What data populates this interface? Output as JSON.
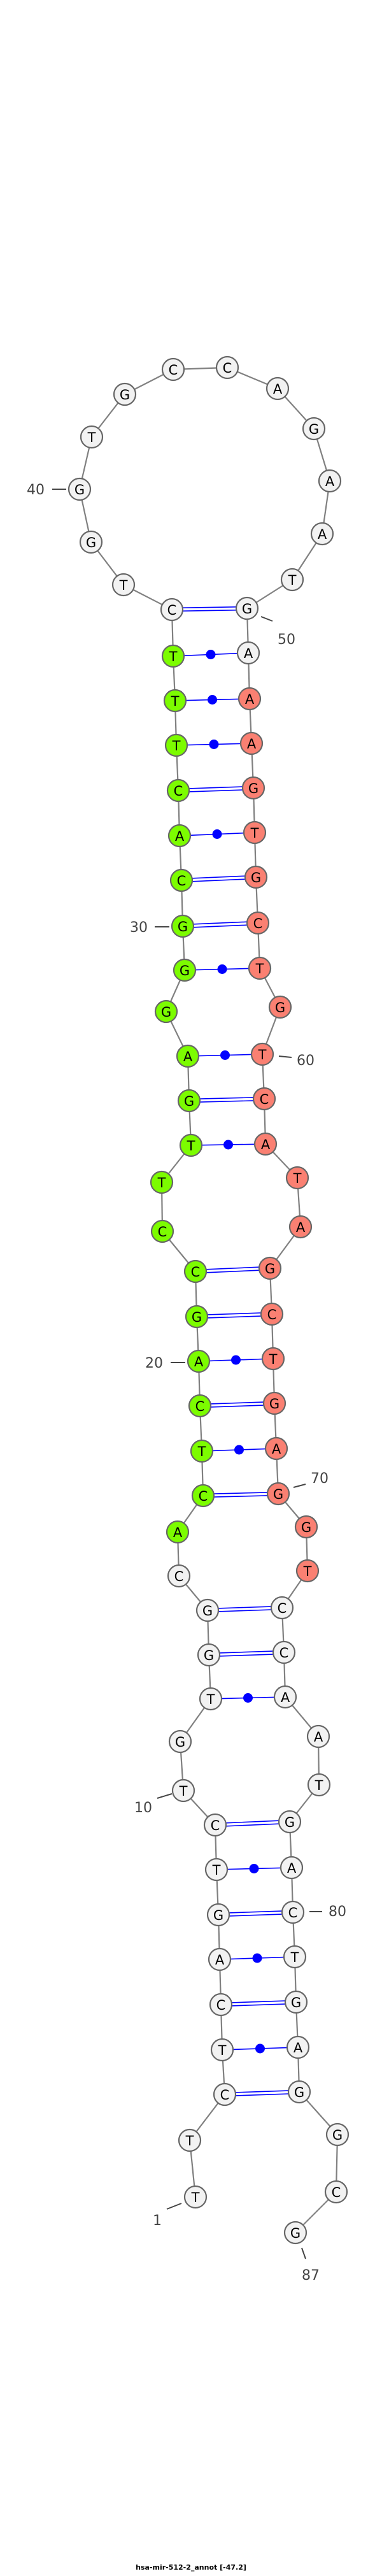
{
  "title": "hsa-mir-512-2_annot [-47.2]",
  "sequence": [
    "T",
    "T",
    "C",
    "T",
    "C",
    "A",
    "G",
    "T",
    "C",
    "T",
    "G",
    "T",
    "G",
    "G",
    "C",
    "A",
    "C",
    "T",
    "C",
    "A",
    "G",
    "C",
    "C",
    "T",
    "T",
    "G",
    "A",
    "G",
    "G",
    "G",
    "C",
    "A",
    "C",
    "T",
    "T",
    "T",
    "C",
    "T",
    "G",
    "G",
    "T",
    "G",
    "C",
    "C",
    "A",
    "G",
    "A",
    "A",
    "T",
    "G",
    "A",
    "A",
    "A",
    "G",
    "T",
    "G",
    "C",
    "T",
    "G",
    "T",
    "C",
    "A",
    "T",
    "A",
    "G",
    "C",
    "T",
    "G",
    "A",
    "G",
    "G",
    "T",
    "C",
    "C",
    "A",
    "A",
    "T",
    "G",
    "A",
    "C",
    "T",
    "G",
    "A",
    "G",
    "G",
    "C",
    "G"
  ],
  "pairs": [
    {
      "i": 3,
      "j": 84,
      "type": "double"
    },
    {
      "i": 4,
      "j": 83,
      "type": "dot"
    },
    {
      "i": 5,
      "j": 82,
      "type": "double"
    },
    {
      "i": 6,
      "j": 81,
      "type": "dot"
    },
    {
      "i": 7,
      "j": 80,
      "type": "double"
    },
    {
      "i": 8,
      "j": 79,
      "type": "dot"
    },
    {
      "i": 9,
      "j": 78,
      "type": "double"
    },
    {
      "i": 12,
      "j": 75,
      "type": "dot"
    },
    {
      "i": 13,
      "j": 74,
      "type": "double"
    },
    {
      "i": 14,
      "j": 73,
      "type": "double"
    },
    {
      "i": 17,
      "j": 70,
      "type": "double"
    },
    {
      "i": 18,
      "j": 69,
      "type": "dot"
    },
    {
      "i": 19,
      "j": 68,
      "type": "double"
    },
    {
      "i": 20,
      "j": 67,
      "type": "dot"
    },
    {
      "i": 21,
      "j": 66,
      "type": "double"
    },
    {
      "i": 22,
      "j": 65,
      "type": "double"
    },
    {
      "i": 25,
      "j": 62,
      "type": "dot"
    },
    {
      "i": 26,
      "j": 61,
      "type": "double"
    },
    {
      "i": 27,
      "j": 60,
      "type": "dot"
    },
    {
      "i": 29,
      "j": 58,
      "type": "dot"
    },
    {
      "i": 30,
      "j": 57,
      "type": "double"
    },
    {
      "i": 31,
      "j": 56,
      "type": "double"
    },
    {
      "i": 32,
      "j": 55,
      "type": "dot"
    },
    {
      "i": 33,
      "j": 54,
      "type": "double"
    },
    {
      "i": 34,
      "j": 53,
      "type": "dot"
    },
    {
      "i": 35,
      "j": 52,
      "type": "dot"
    },
    {
      "i": 36,
      "j": 51,
      "type": "dot"
    },
    {
      "i": 37,
      "j": 50,
      "type": "double"
    }
  ],
  "highlights": [
    {
      "name": "mature-5p",
      "from": 16,
      "to": 36,
      "color": "#7cfc00"
    },
    {
      "name": "mature-3p",
      "from": 52,
      "to": 72,
      "color": "#fa8072"
    }
  ],
  "colors": {
    "default_fill": "#f2f2f2",
    "stroke": "#666666",
    "backbone": "#808080",
    "pair": "#0000ff",
    "label": "#444444"
  },
  "position_labels": [
    {
      "index": 1,
      "text": "1"
    },
    {
      "index": 10,
      "text": "10"
    },
    {
      "index": 20,
      "text": "20"
    },
    {
      "index": 30,
      "text": "30"
    },
    {
      "index": 40,
      "text": "40"
    },
    {
      "index": 50,
      "text": "50"
    },
    {
      "index": 60,
      "text": "60"
    },
    {
      "index": 70,
      "text": "70"
    },
    {
      "index": 80,
      "text": "80"
    },
    {
      "index": 87,
      "text": "87"
    }
  ]
}
